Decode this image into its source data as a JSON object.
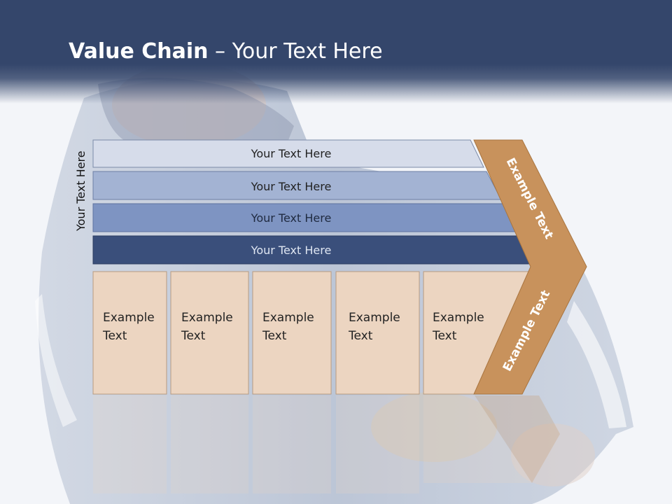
{
  "slide": {
    "title_bold": "Value Chain",
    "title_rest": " – Your Text Here",
    "side_label": "Your Text Here"
  },
  "bars": [
    {
      "label": "Your Text Here",
      "color": "#d6dcea",
      "text_color": "#222222"
    },
    {
      "label": "Your Text Here",
      "color": "#a3b3d3",
      "text_color": "#222222"
    },
    {
      "label": "Your Text Here",
      "color": "#7e94c2",
      "text_color": "#1f2a40"
    },
    {
      "label": "Your Text Here",
      "color": "#3a4f7b",
      "text_color": "#dfe6f2"
    }
  ],
  "boxes": [
    {
      "line1": "Example",
      "line2": "Text"
    },
    {
      "line1": "Example",
      "line2": "Text"
    },
    {
      "line1": "Example",
      "line2": "Text"
    },
    {
      "line1": "Example",
      "line2": "Text"
    },
    {
      "line1": "Example",
      "line2": "Text"
    }
  ],
  "chevron": {
    "upper_label": "Example Text",
    "lower_label": "Example Text",
    "color": "#c8925c"
  },
  "colors": {
    "header": "#34466b",
    "box_fill": "#ecd5c1"
  }
}
